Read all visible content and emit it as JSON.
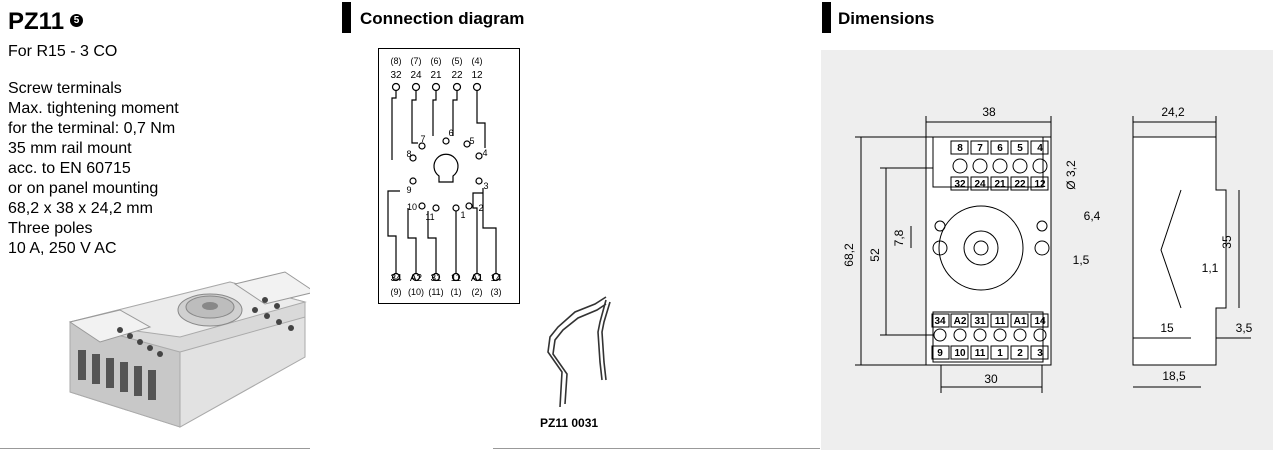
{
  "product": {
    "title": "PZ11",
    "badge_symbol": "5",
    "subtitle": "For R15 - 3 CO",
    "specs": [
      "Screw terminals",
      "Max. tightening moment",
      "for the terminal: 0,7 Nm",
      "35 mm rail mount",
      "acc. to EN 60715",
      "or on panel mounting",
      "68,2 x 38 x 24,2 mm",
      "Three poles",
      "10 A, 250 V AC"
    ]
  },
  "connection": {
    "heading": "Connection diagram",
    "top_codes": [
      "(8)",
      "(7)",
      "(6)",
      "(5)",
      "(4)"
    ],
    "top_terms": [
      "32",
      "24",
      "21",
      "22",
      "12"
    ],
    "bottom_terms": [
      "34",
      "A2",
      "31",
      "11",
      "A1",
      "14"
    ],
    "bottom_codes": [
      "(9)",
      "(10)",
      "(11)",
      "(1)",
      "(2)",
      "(3)"
    ],
    "socket_pins": [
      "1",
      "2",
      "3",
      "4",
      "5",
      "6",
      "7",
      "8",
      "9",
      "10",
      "11"
    ],
    "clip_label": "PZ11 0031"
  },
  "dimensions": {
    "heading": "Dimensions",
    "top_row": [
      "8",
      "7",
      "6",
      "5",
      "4"
    ],
    "top_row2": [
      "32",
      "24",
      "21",
      "22",
      "12"
    ],
    "bottom_row1": [
      "34",
      "A2",
      "31",
      "11",
      "A1",
      "14"
    ],
    "bottom_row2": [
      "9",
      "10",
      "11",
      "1",
      "2",
      "3"
    ],
    "labels": {
      "width": "38",
      "depth": "24,2",
      "height": "68,2",
      "inner_height": "52",
      "pitch": "7,8",
      "hole": "Ø 3,2",
      "d64": "6,4",
      "d15a": "1,5",
      "bottom_width": "30",
      "d35": "35",
      "d11": "1,1",
      "d15": "15",
      "d35b": "3,5",
      "d185": "18,5"
    }
  }
}
